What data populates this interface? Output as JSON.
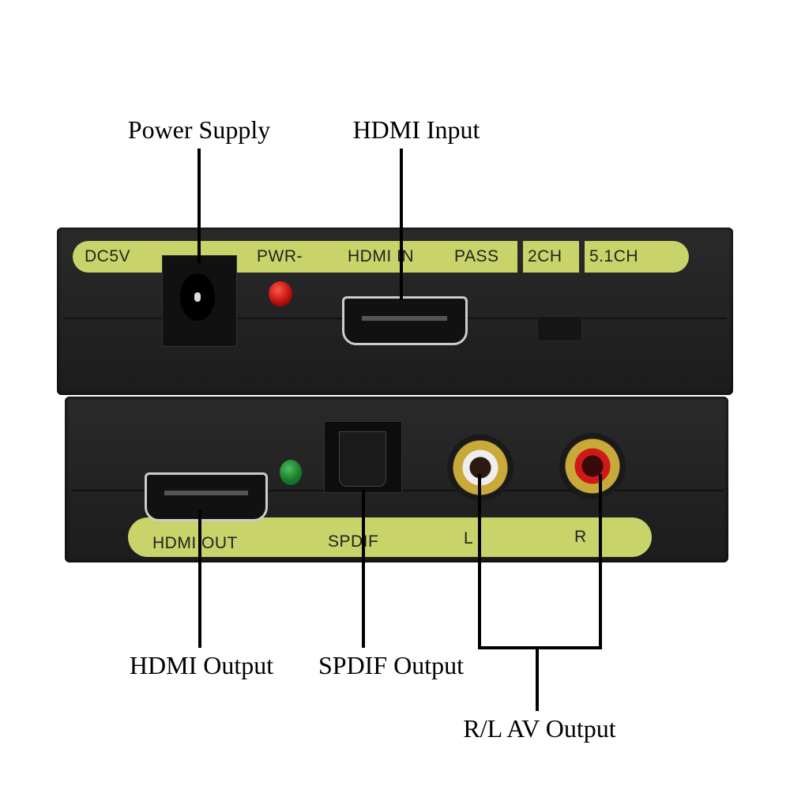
{
  "annotations": {
    "power_supply": "Power Supply",
    "hdmi_input": "HDMI Input",
    "hdmi_output": "HDMI Output",
    "spdif_output": "SPDIF Output",
    "rl_av_output": "R/L AV Output"
  },
  "top_panel": {
    "labels": [
      "DC5V",
      "PWR-",
      "HDMI IN",
      "PASS",
      "2CH",
      "5.1CH"
    ]
  },
  "bottom_panel": {
    "labels": [
      "HDMI OUT",
      "SPDIF",
      "L",
      "R"
    ]
  },
  "colors": {
    "label_strip": "#c8d36a",
    "led_power": "#c01010",
    "led_status": "#1a7a2a",
    "rca_right": "#d01818"
  }
}
